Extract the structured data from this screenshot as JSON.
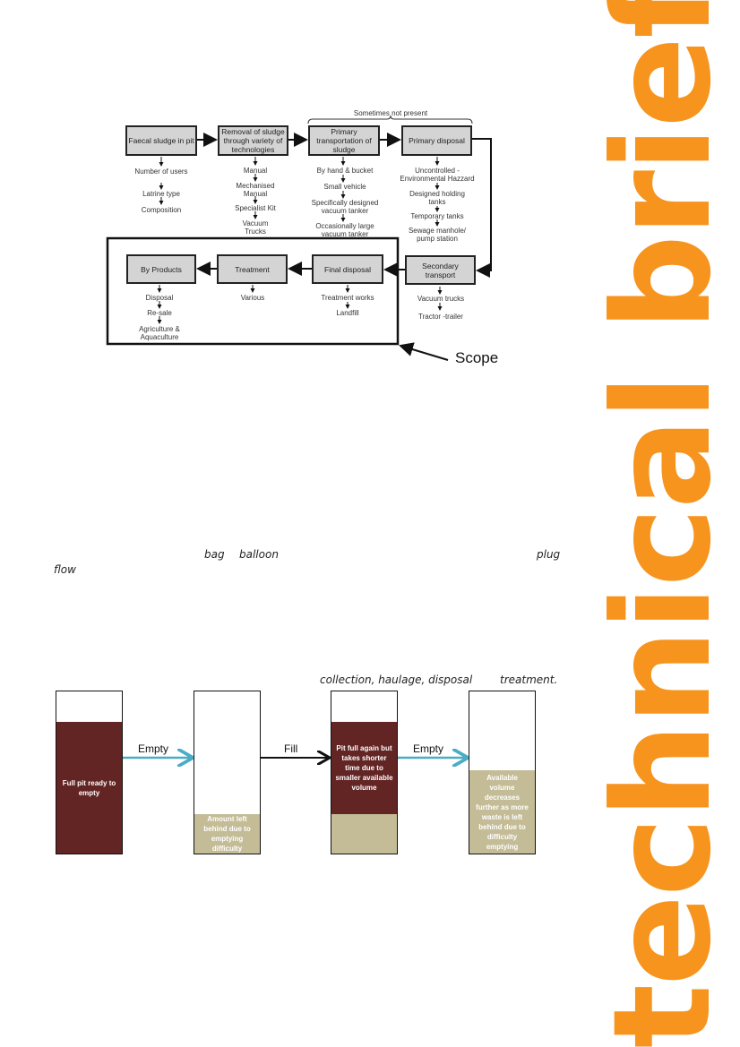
{
  "brand": "technical brief",
  "flowchart": {
    "bracket_label": "Sometimes not present",
    "boxes": [
      "Faecal sludge in pit",
      "Removal of sludge through variety of technologies",
      "Primary transportation of sludge",
      "Primary disposal",
      "Secondary transport",
      "Final disposal",
      "Treatment",
      "By Products"
    ],
    "sub": {
      "faecal": [
        "Number of users",
        "Latrine type",
        "Composition"
      ],
      "removal": [
        "Manual",
        "Mechanised Manual",
        "Specialist Kit",
        "Vacuum Trucks"
      ],
      "transport": [
        "By hand & bucket",
        "Small vehicle",
        "Specifically designed vacuum tanker",
        "Occasionally large vacuum tanker"
      ],
      "disposal": [
        "Uncontrolled - Environmental Hazzard",
        "Designed holding tanks",
        "Temporary tanks",
        "Sewage manhole/ pump station"
      ],
      "secondary": [
        "Vacuum trucks",
        "Tractor -trailer"
      ],
      "final": [
        "Treatment works",
        "Landfill"
      ],
      "treatment": [
        "Various"
      ],
      "byproducts": [
        "Disposal",
        "Re-sale",
        "Agriculture & Aquaculture"
      ]
    },
    "scope_label": "Scope"
  },
  "body_text": {
    "bag": "bag",
    "balloon": "balloon",
    "plug": "plug",
    "flow": "flow",
    "collection": "collection, haulage, disposal",
    "treatment": "treatment."
  },
  "pits": {
    "arrows": [
      "Empty",
      "Fill",
      "Empty"
    ],
    "labels": [
      "Full pit ready to empty",
      "Amount left behind due to emptying difficulty",
      "Pit full again but takes shorter time due to smaller available volume",
      "Available volume decreases further as more waste is left behind due to difficulty emptying"
    ],
    "colors": {
      "sludge": "#632424",
      "residue": "#c4bc96",
      "arrow": "#4bacc6",
      "brand": "#f7941d"
    }
  }
}
